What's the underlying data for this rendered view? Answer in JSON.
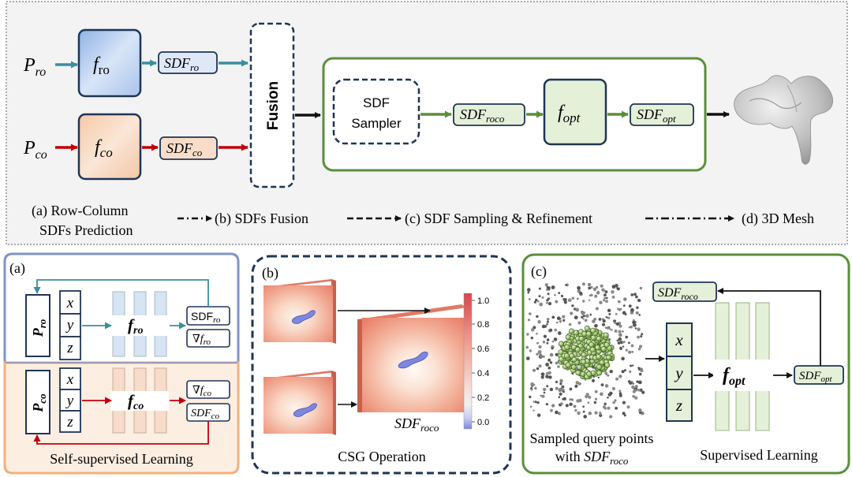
{
  "top": {
    "input_ro_base": "P",
    "input_ro_sub": "ro",
    "input_co_base": "P",
    "input_co_sub": "co",
    "f_ro_base": "f",
    "f_ro_sub": "ro",
    "f_co_base": "f",
    "f_co_sub": "co",
    "sdf_ro_base": "SDF",
    "sdf_ro_sub": "ro",
    "sdf_co_base": "SDF",
    "sdf_co_sub": "co",
    "fusion": "Fusion",
    "sampler_line1": "SDF",
    "sampler_line2": "Sampler",
    "sdf_roco_base": "SDF",
    "sdf_roco_sub": "roco",
    "f_opt_base": "f",
    "f_opt_sub": "opt",
    "sdf_opt_base": "SDF",
    "sdf_opt_sub": "opt",
    "stage_a_line1": "(a)  Row-Column",
    "stage_a_line2": "SDFs Prediction",
    "stage_b": "(b) SDFs Fusion",
    "stage_c": "(c) SDF Sampling & Refinement",
    "stage_d": "(d) 3D Mesh"
  },
  "panel_a": {
    "tag": "(a)",
    "p_ro_base": "P",
    "p_ro_sub": "ro",
    "p_co_base": "P",
    "p_co_sub": "co",
    "coords": [
      "x",
      "y",
      "z"
    ],
    "f_ro_base": "f",
    "f_ro_sub": "ro",
    "f_co_base": "f",
    "f_co_sub": "co",
    "out_sdf_ro_base": "SDF",
    "out_sdf_ro_sub": "ro",
    "out_grad_ro_base": "∇f",
    "out_grad_ro_sub": "ro",
    "out_grad_co_base": "∇f",
    "out_grad_co_sub": "co",
    "out_sdf_co_base": "SDF",
    "out_sdf_co_sub": "co",
    "caption": "Self-supervised Learning"
  },
  "panel_b": {
    "tag": "(b)",
    "sdf_roco_base": "SDF",
    "sdf_roco_sub": "roco",
    "caption": "CSG Operation",
    "colorbar_ticks": [
      "1.0",
      "0.8",
      "0.6",
      "0.4",
      "0.2",
      "0.0"
    ]
  },
  "panel_c": {
    "tag": "(c)",
    "sdf_roco_base": "SDF",
    "sdf_roco_sub": "roco",
    "coords": [
      "x",
      "y",
      "z"
    ],
    "f_opt_base": "f",
    "f_opt_sub": "opt",
    "sdf_opt_base": "SDF",
    "sdf_opt_sub": "opt",
    "points_caption_line1": "Sampled query points",
    "points_caption_line2_prefix": "with ",
    "points_caption_base": "SDF",
    "points_caption_sub": "roco",
    "caption": "Supervised Learning"
  },
  "colors": {
    "teal_arrow": "#3a8ea0",
    "red_arrow": "#c0000a",
    "green_frame": "#5a8f3a",
    "navy": "#1f3556",
    "blue_fill": "#c8d8f0",
    "peach_fill": "#f8d9c4",
    "green_fill": "#e4f0d8",
    "panel_a_top_border": "#7f93c9",
    "panel_a_bottom_border": "#f2b07a",
    "panel_a_bottom_fill": "#fdeee2"
  }
}
